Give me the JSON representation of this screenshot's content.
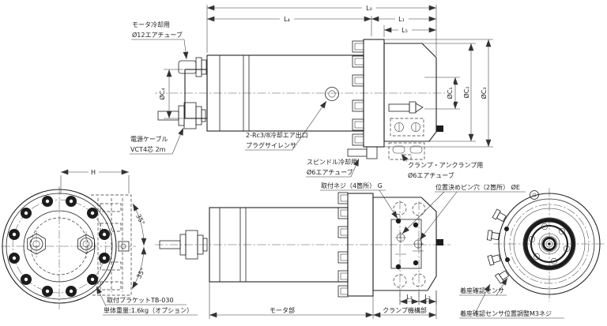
{
  "drawing": {
    "type": "mechanical-engineering-drawing",
    "colors": {
      "line": "#1c1c1c",
      "background": "#ffffff"
    },
    "labels": {
      "motor_cooling": [
        "モータ冷却用",
        "Ø12エアチューブ"
      ],
      "power_cable": [
        "電源ケーブル",
        "VCT4芯 2m"
      ],
      "air_outlet": [
        "2-Rc3/8冷却エア出口",
        "プラグサイレンサ"
      ],
      "spindle_cooling": [
        "スピンドル冷却用",
        "Ø6エアチューブ"
      ],
      "clamp_air": [
        "クランプ・アンクランプ用",
        "Ø6エアチューブ"
      ],
      "mount_screw": "取付ネジ（4箇所） G",
      "pin_hole": "位置決めピン穴（2箇所） ØE",
      "bracket": [
        "取付ブラケットTB-030",
        "単体重量:1.6kg（オプション）"
      ],
      "motor_section": "モータ部",
      "clamp_section": "クランプ機構部",
      "seat_sensor": "着座確認センサ",
      "seat_sensor_adjust": "着座確認センサ位置調整M3ネジ"
    },
    "dims": {
      "L0": "L₀",
      "L4": "L₄",
      "L1": "L₁",
      "L5": "L₅",
      "L3": "L₃",
      "L2": "L₂",
      "C1": "ØC₁",
      "C2": "ØC₂",
      "C3": "ØC₃",
      "C4": "ØC₄",
      "H": "H",
      "angle1": "35°",
      "angle2": "35°"
    }
  }
}
